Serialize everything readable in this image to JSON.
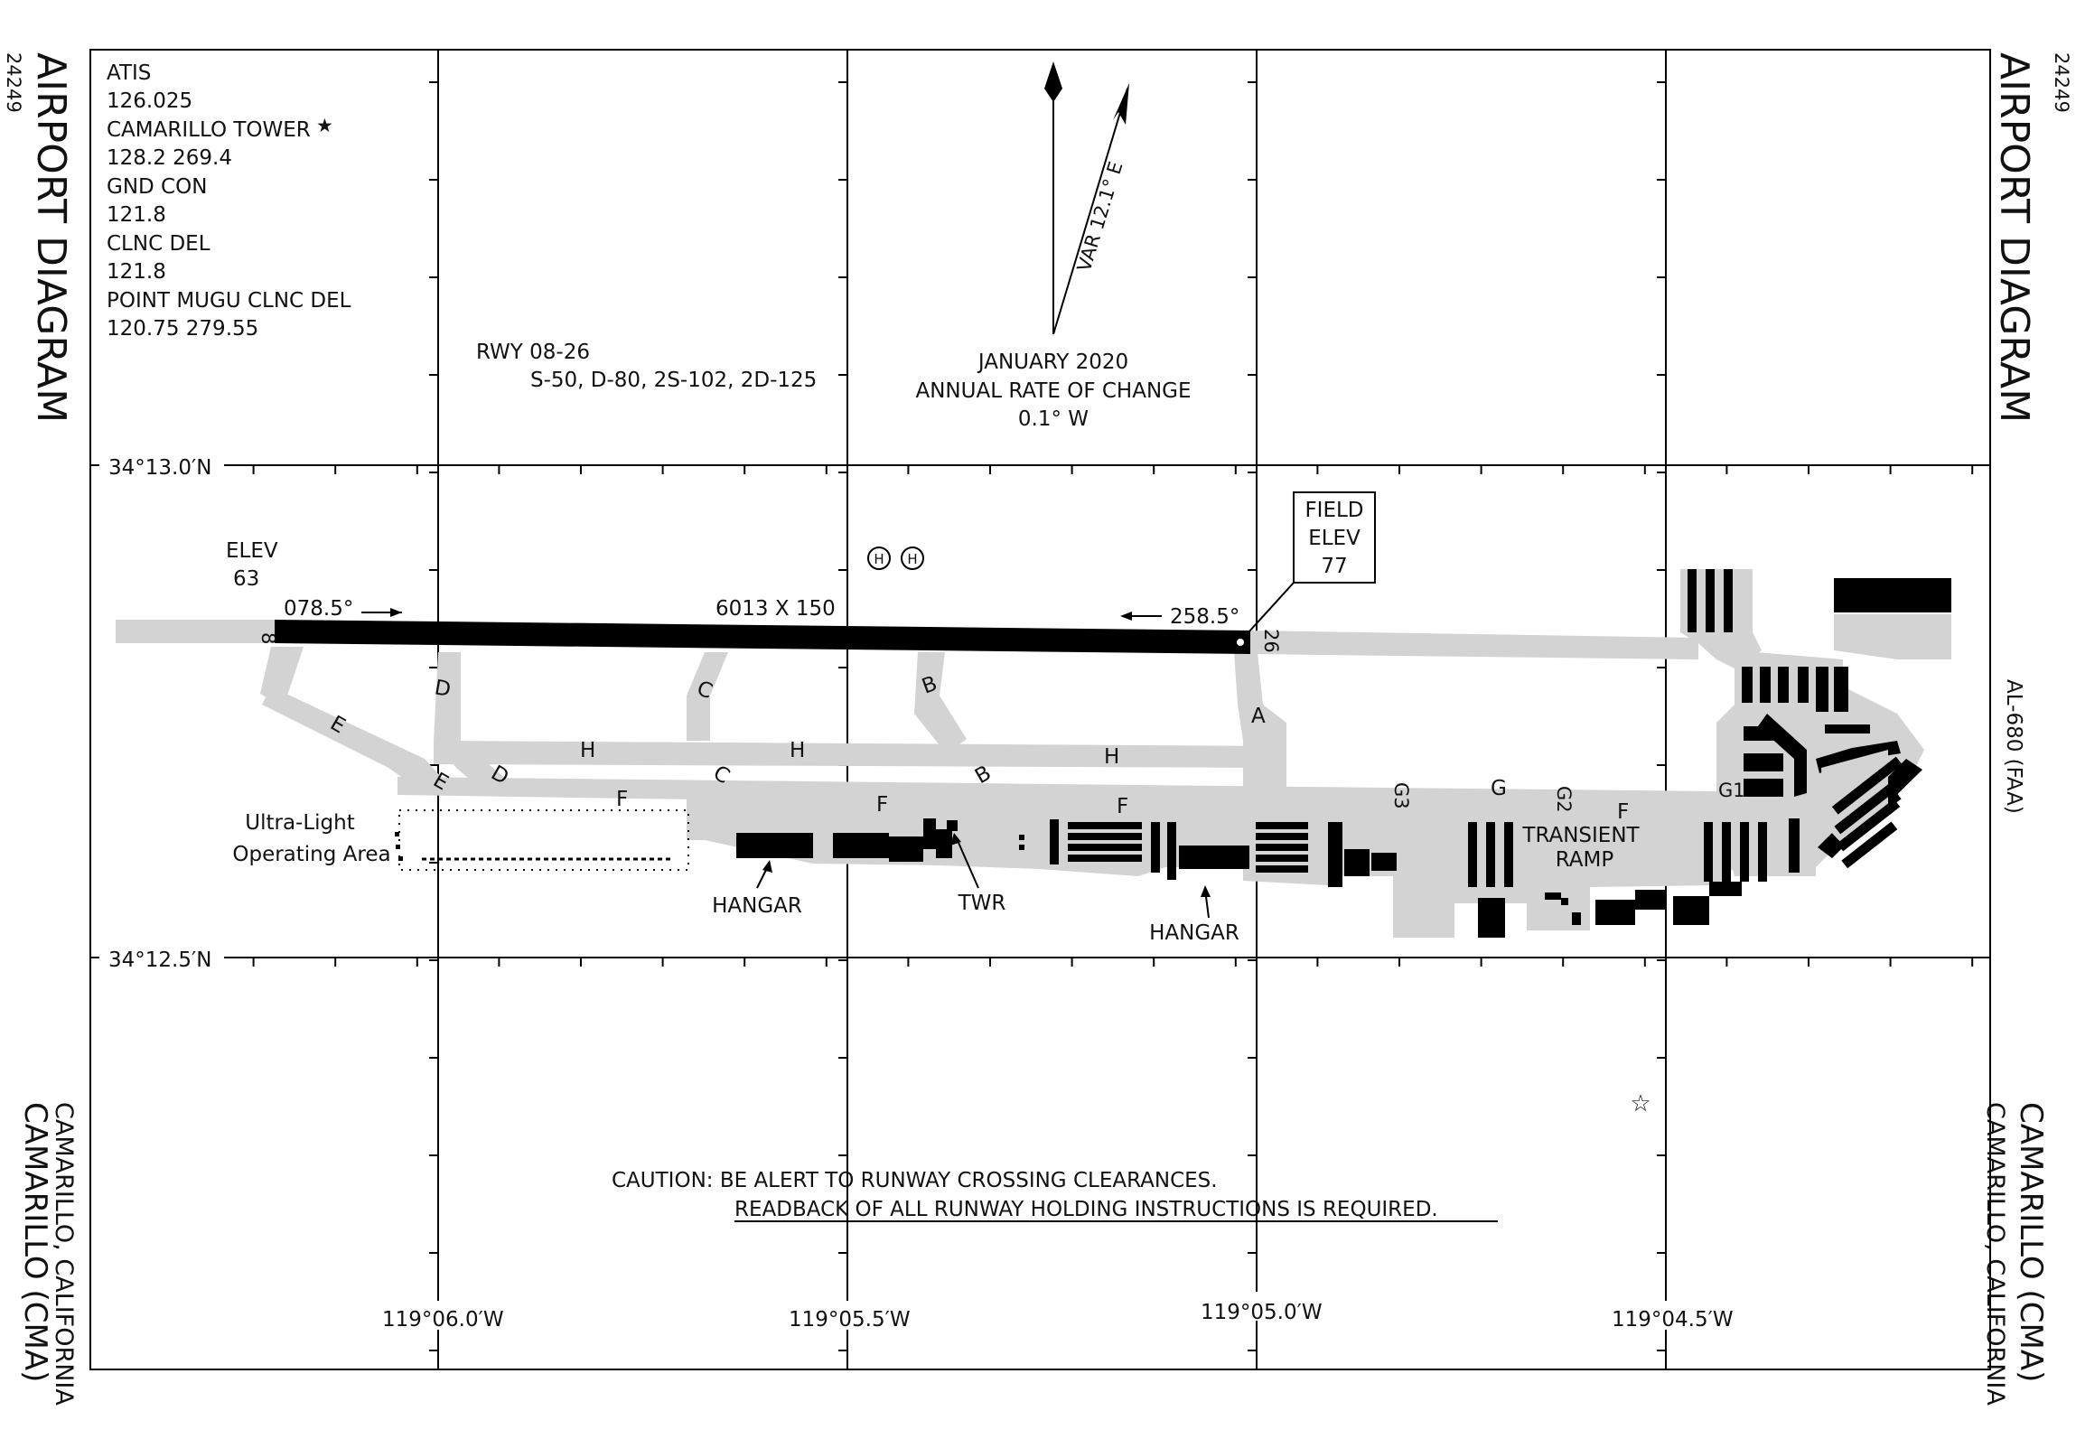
{
  "title": "AIRPORT DIAGRAM",
  "procedure_number": "24249",
  "chart_id": "AL-680 (FAA)",
  "location": {
    "airport": "CAMARILLO (CMA)",
    "city_state": "CAMARILLO, CALIFORNIA"
  },
  "frequencies": [
    {
      "name": "ATIS",
      "values": "126.025"
    },
    {
      "name": "CAMARILLO TOWER",
      "values": "128.2  269.4",
      "part_time_symbol": "★"
    },
    {
      "name": "GND CON",
      "values": "121.8"
    },
    {
      "name": "CLNC DEL",
      "values": "121.8"
    },
    {
      "name": "POINT MUGU CLNC DEL",
      "values": "120.75  279.55"
    }
  ],
  "runway_strength": {
    "runway": "RWY 08-26",
    "weights": "S-50, D-80, 2S-102, 2D-125"
  },
  "magnetic_variation": {
    "var_label": "VAR 12.1° E",
    "epoch": "JANUARY 2020",
    "rate_title": "ANNUAL RATE OF CHANGE",
    "rate_value": "0.1° W"
  },
  "latitudes": [
    "34°13.0′N",
    "34°12.5′N"
  ],
  "longitudes": [
    "119°06.0′W",
    "119°05.5′W",
    "119°05.0′W",
    "119°04.5′W"
  ],
  "elevations": {
    "elev_label": "ELEV",
    "elev_value": "63",
    "field_elev_line1": "FIELD",
    "field_elev_line2": "ELEV",
    "field_elev_value": "77"
  },
  "runway": {
    "dimensions": "6013 X 150",
    "end_8": "8",
    "end_26": "26",
    "heading_8": "078.5°",
    "heading_26": "258.5°"
  },
  "taxiways": {
    "A": "A",
    "B": "B",
    "C": "C",
    "D": "D",
    "E": "E",
    "F": "F",
    "G": "G",
    "G1": "G1",
    "G2": "G2",
    "G3": "G3",
    "H": "H"
  },
  "facilities": {
    "ultralight_line1": "Ultra-Light",
    "ultralight_line2": "Operating Area",
    "hangar": "HANGAR",
    "tower": "TWR",
    "transient_line1": "TRANSIENT",
    "transient_line2": "RAMP",
    "heliport_symbol": "H",
    "beacon_symbol": "☆"
  },
  "caution": {
    "line1": "CAUTION: BE ALERT TO RUNWAY CROSSING CLEARANCES.",
    "line2": "READBACK OF ALL RUNWAY HOLDING INSTRUCTIONS IS REQUIRED."
  },
  "colors": {
    "pavement": "#d3d3d3",
    "runway": "#000000",
    "buildings": "#000000",
    "grid": "#000000"
  }
}
